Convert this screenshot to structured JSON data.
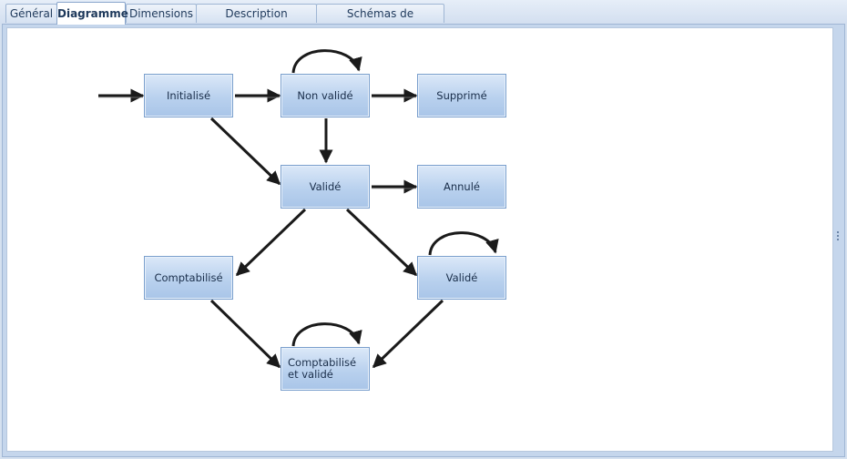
{
  "tabs": [
    {
      "label": "Général",
      "active": false
    },
    {
      "label": "Diagramme",
      "active": true
    },
    {
      "label": "Dimensions",
      "active": false
    },
    {
      "label": "Description analytique",
      "active": false
    },
    {
      "label": "Schémas de numération",
      "active": false
    }
  ],
  "diagram": {
    "nodes": {
      "initialise": "Initialisé",
      "non_valide": "Non validé",
      "supprime": "Supprimé",
      "valide": "Validé",
      "annule": "Annulé",
      "comptabilise": "Comptabilisé",
      "valide2": "Validé",
      "comptabilise_valide": "Comptabilisé et validé"
    },
    "transitions": [
      {
        "from": "start",
        "to": "initialise"
      },
      {
        "from": "initialise",
        "to": "non_valide"
      },
      {
        "from": "non_valide",
        "to": "non_valide"
      },
      {
        "from": "non_valide",
        "to": "supprime"
      },
      {
        "from": "non_valide",
        "to": "valide"
      },
      {
        "from": "initialise",
        "to": "valide"
      },
      {
        "from": "valide",
        "to": "annule"
      },
      {
        "from": "valide",
        "to": "comptabilise"
      },
      {
        "from": "valide",
        "to": "valide2"
      },
      {
        "from": "valide2",
        "to": "valide2"
      },
      {
        "from": "comptabilise",
        "to": "comptabilise_valide"
      },
      {
        "from": "valide2",
        "to": "comptabilise_valide"
      },
      {
        "from": "comptabilise_valide",
        "to": "comptabilise_valide"
      }
    ],
    "colors": {
      "node_fill": "#b9d1ee",
      "node_border": "#7a9fcd",
      "arrow": "#1a1a1a"
    }
  }
}
